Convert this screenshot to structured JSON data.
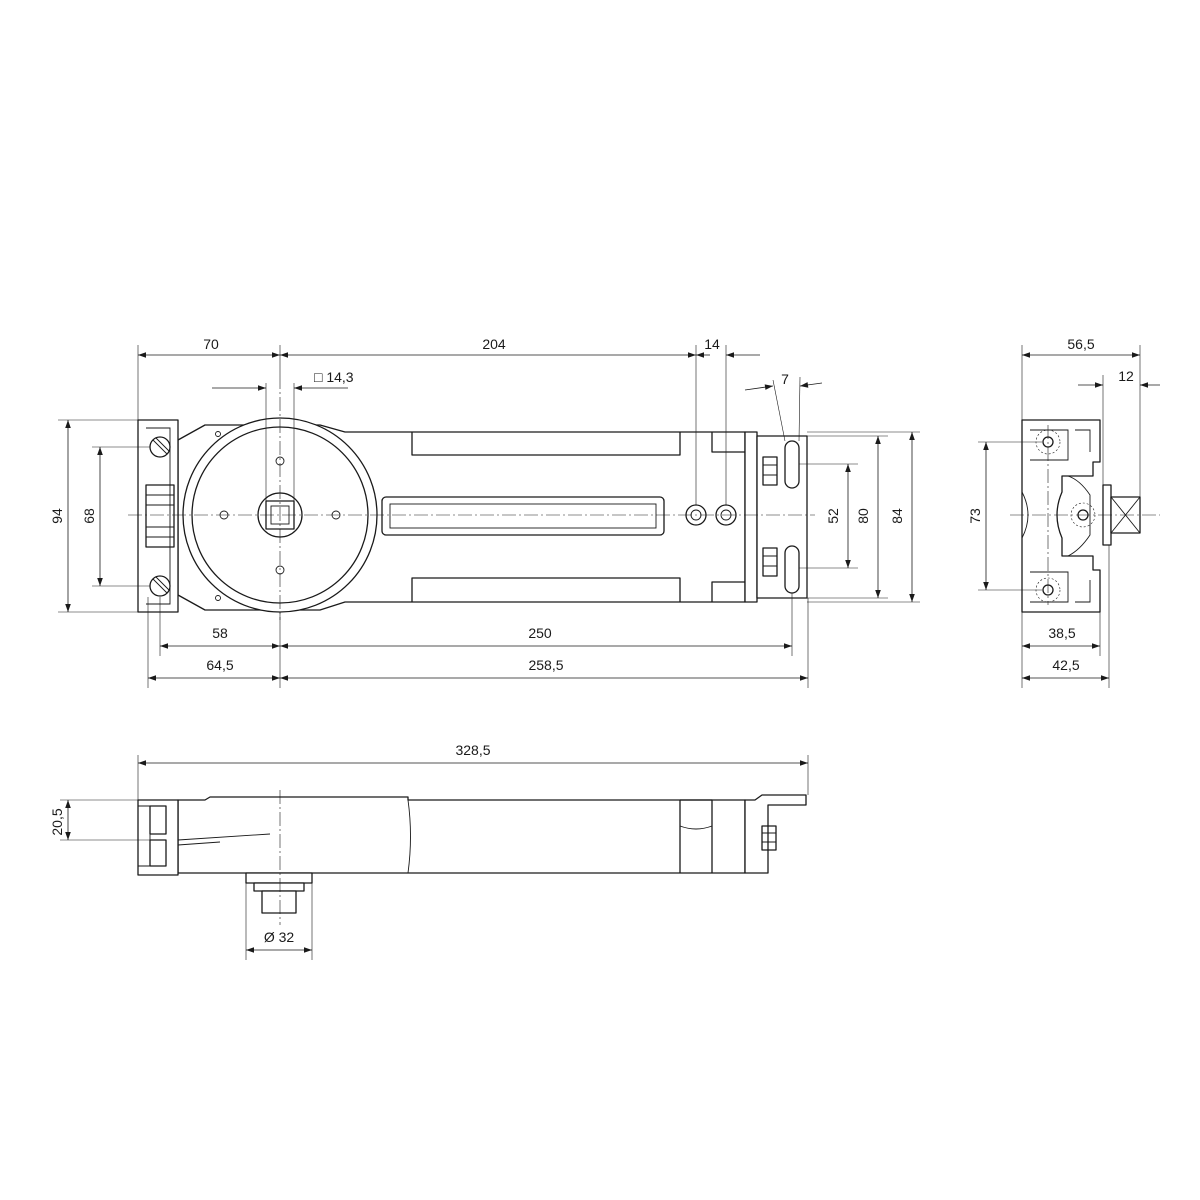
{
  "dimensions": {
    "top_view": {
      "d70": "70",
      "d204": "204",
      "d14": "14",
      "d14_3": "□ 14,3",
      "d7": "7",
      "d94": "94",
      "d68": "68",
      "d52": "52",
      "d80": "80",
      "d84": "84",
      "d58": "58",
      "d250": "250",
      "d64_5": "64,5",
      "d258_5": "258,5"
    },
    "side_view": {
      "d56_5": "56,5",
      "d12": "12",
      "d73": "73",
      "d38_5": "38,5",
      "d42_5": "42,5"
    },
    "front_view": {
      "d328_5": "328,5",
      "d20_5": "20,5",
      "d32": "Ø 32"
    }
  }
}
